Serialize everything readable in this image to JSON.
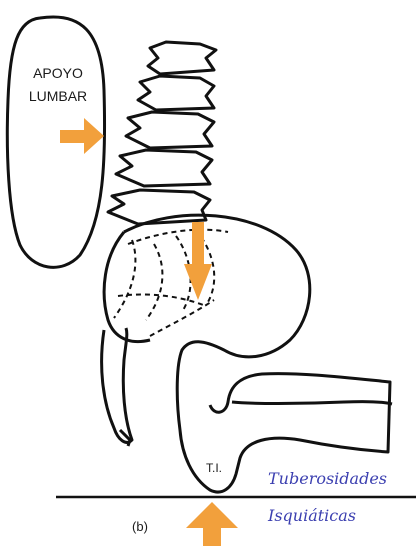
{
  "labels": {
    "support_line1": "APOYO",
    "support_line2": "LUMBAR",
    "ti": "T.I.",
    "panel": "(b)",
    "hand_line1": "Tuberosidades",
    "hand_line2": "Isquiáticas"
  },
  "colors": {
    "ink": "#111111",
    "arrow": "#f2a03c",
    "handwriting": "#3b3fb0"
  }
}
